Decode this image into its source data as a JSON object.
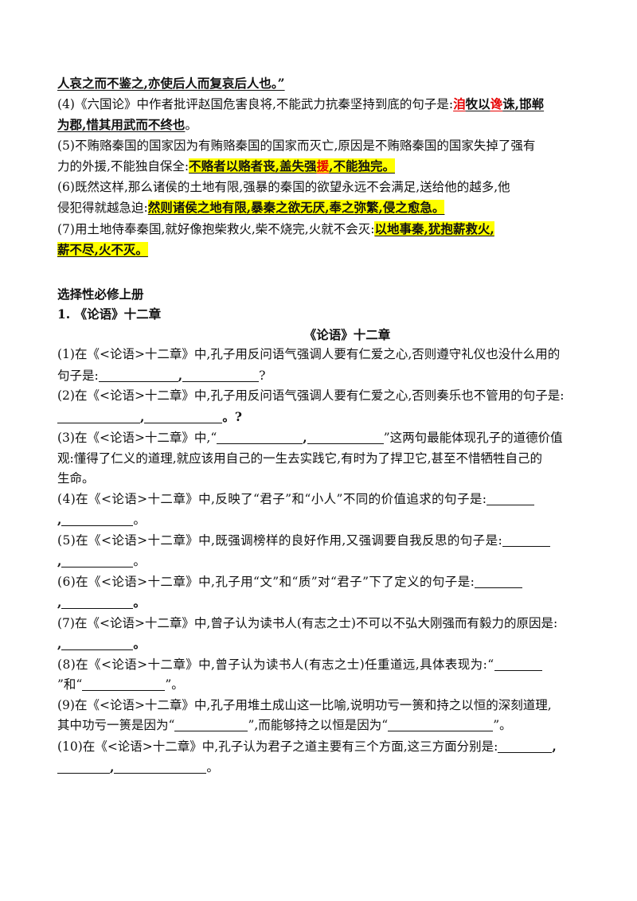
{
  "top": {
    "quote_end": "人哀之而不鉴之,亦使后人而复哀后人也。”",
    "q4_prefix": "(4)《六国论》中作者批评赵国危害良将,不能武力抗秦坚持到底的句子是:",
    "q4_ans_a": "洎",
    "q4_ans_b": "牧以",
    "q4_ans_c": "谗",
    "q4_ans_d": "诛",
    "q4_ans_e": ",邯郸",
    "q4_ans_line2": "为郡,惜其用武而不终也",
    "q4_end": "。",
    "q5_line1": "(5)不贿赂秦国的国家因为有贿赂秦国的国家而灭亡,原因是不贿赂秦国的国家失掉了强有",
    "q5_line2_prefix": "力的外援,不能独自保全:",
    "q5_ans_a": "不赂者以赂者丧,盖失强",
    "q5_ans_b": "援",
    "q5_ans_c": ",不能独完。",
    "q6_line1": "(6)既然这样,那么诸侯的土地有限,强暴的秦国的欲望永远不会满足,送给他的越多,他",
    "q6_line2_prefix": "侵犯得就越急迫:",
    "q6_ans": "然则诸侯之地有限,暴秦之欲无厌,奉之弥繁,侵之愈急。",
    "q7_line1_prefix": "(7)用土地侍奉秦国,就好像抱柴救火,柴不烧完,火就不会灭:",
    "q7_ans_a": "以地事秦,犹抱薪救火,",
    "q7_ans_b": "薪不尽,火不灭。"
  },
  "section": {
    "heading": "选择性必修上册",
    "sub": "1. 《论语》十二章",
    "center_title": "《论语》十二章"
  },
  "questions": {
    "q1_a": "(1)在《<论语>十二章》中,孔子用反问语气强调人要有仁爱之心,否则遵守礼仪也没什么用的",
    "q1_b": "句子是:",
    "q1_comma": ",",
    "q1_end": "?",
    "q2_a": "(2)在《<论语>十二章》中,孔子用反问语气强调人要有仁爱之心,否则奏乐也不管用的句子是:",
    "q2_comma": ",",
    "q2_end": "。?",
    "q3_a_prefix": "(3)在《<论语>十二章》中,“",
    "q3_comma": ",",
    "q3_a_suffix": "”这两句最能体现孔子的道德价值",
    "q3_b": "观:懂得了仁义的道理,就应该用自己的一生去实践它,有时为了捍卫它,甚至不惜牺牲自己的",
    "q3_c": "生命。",
    "q4": "(4)在《<论语>十二章》中,反映了“君子”和“小人”不同的价值追求的句子是:",
    "q4_comma": ",",
    "q4_end": "。",
    "q5": "(5)在《<论语>十二章》中,既强调榜样的良好作用,又强调要自我反思的句子是:",
    "q5_comma": ",",
    "q5_end": "。",
    "q6": "(6)在《<论语>十二章》中,孔子用“文”和“质”对“君子”下了定义的句子是:",
    "q6_comma": ",",
    "q6_end": "。",
    "q7": "(7)在《<论语>十二章》中,曾子认为读书人(有志之士)不可以不弘大刚强而有毅力的原因是:",
    "q7_comma": ",",
    "q7_end": "。",
    "q8": "(8)在《<论语>十二章》中,曾子认为读书人(有志之士)任重道远,具体表现为:“",
    "q8_b_mid": "”和“",
    "q8_b_end": "”。",
    "q9_a": "(9)在《<论语>十二章》中,孔子用堆土成山这一比喻,说明功亏一篑和持之以恒的深刻道理,",
    "q9_b_prefix": "其中功亏一篑是因为“",
    "q9_b_mid": "”,而能够持之以恒是因为“",
    "q9_b_end": "”。",
    "q10_prefix": "(10)在《<论语>十二章》中,孔子认为君子之道主要有三个方面,这三方面分别是:",
    "q10_comma": ",",
    "q10_end": "。"
  }
}
